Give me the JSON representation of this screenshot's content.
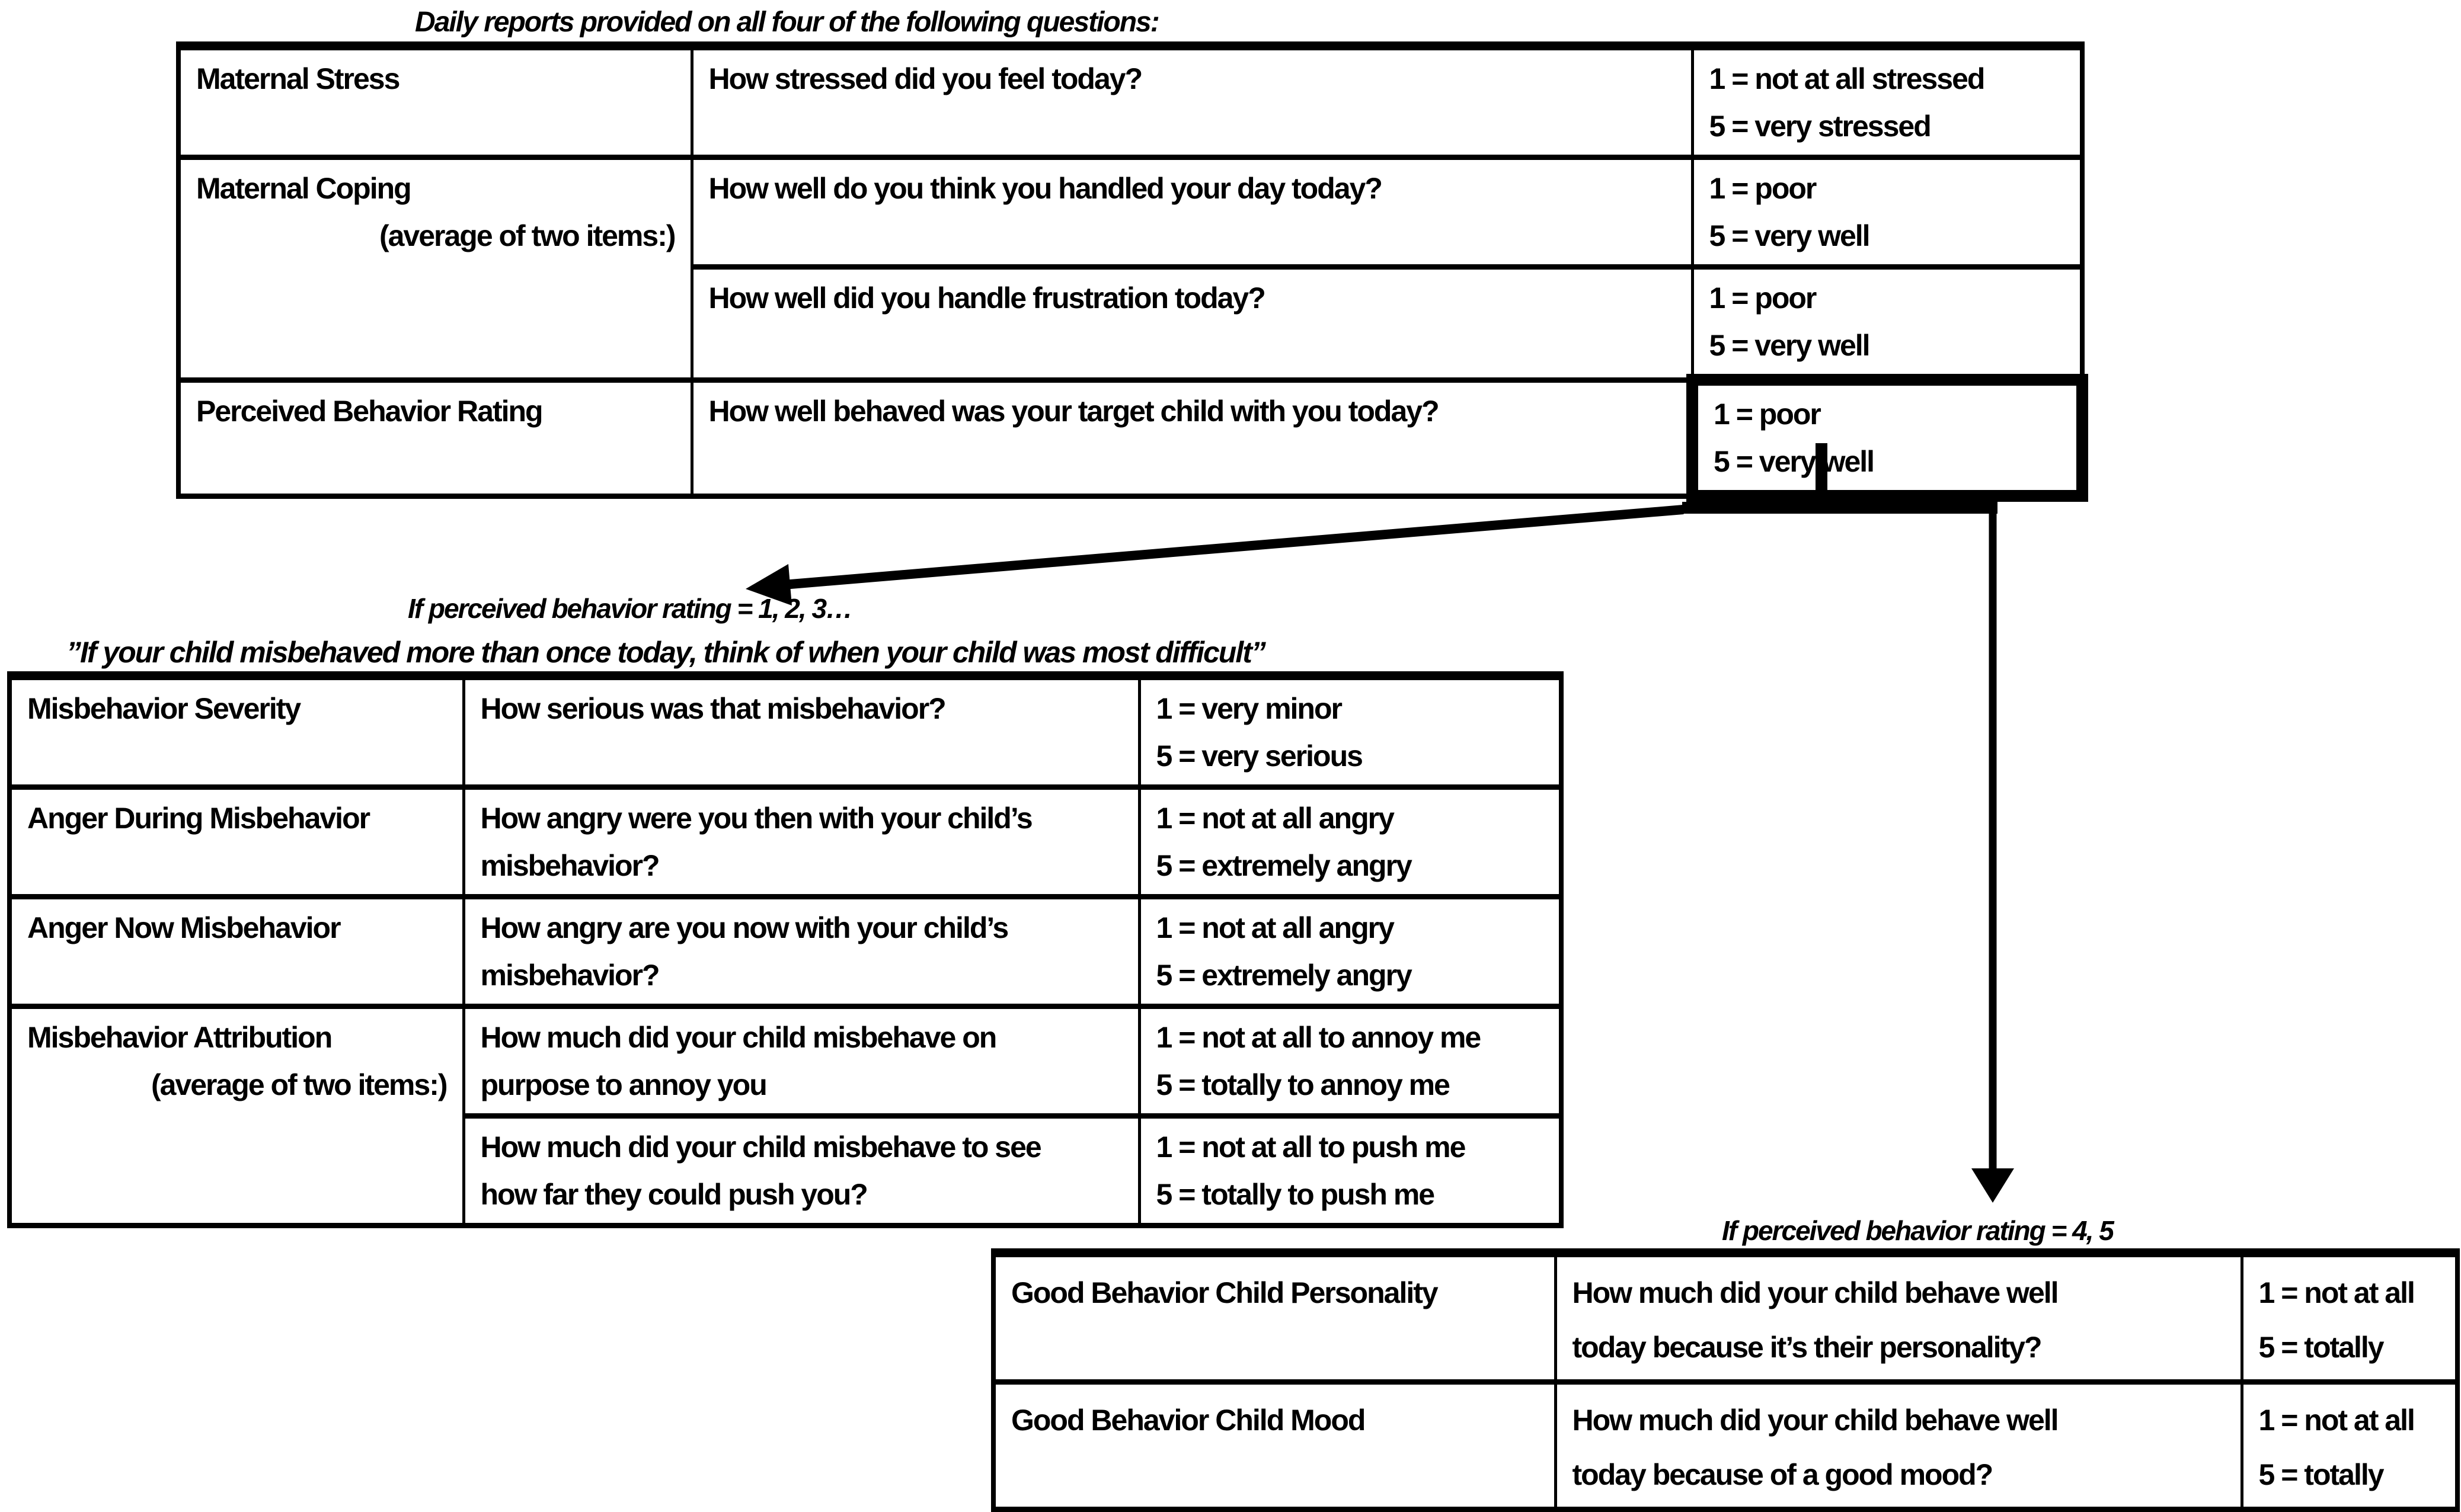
{
  "title": "Daily reports provided on all four of the following questions:",
  "top_table": {
    "rows": [
      {
        "label": "Maternal Stress",
        "question": "How stressed did you feel today?",
        "scale_low": "1 = not at all stressed",
        "scale_high": "5 = very stressed"
      },
      {
        "label": "Maternal Coping",
        "sublabel": "(average of two items:)",
        "questions": [
          {
            "question": "How well do you think you handled your day today?",
            "scale_low": "1 = poor",
            "scale_high": "5 = very well"
          },
          {
            "question": "How well did you handle frustration today?",
            "scale_low": "1 = poor",
            "scale_high": "5 = very well"
          }
        ]
      },
      {
        "label": "Perceived Behavior Rating",
        "question": "How well behaved was your target child with you today?",
        "scale_low": "1 = poor",
        "scale_high": "5 = very well"
      }
    ]
  },
  "low_branch": {
    "caption": "If perceived behavior rating = 1, 2, 3…",
    "quote": "”If your child misbehaved more than once today, think of when your child was most difficult”",
    "table": {
      "rows": [
        {
          "label": "Misbehavior Severity",
          "question_lines": [
            "How serious was that misbehavior?"
          ],
          "scale_low": "1 = very minor",
          "scale_high": "5 = very serious"
        },
        {
          "label": "Anger During Misbehavior",
          "question_lines": [
            "How angry were you then with your child’s",
            "misbehavior?"
          ],
          "scale_low": "1 = not at all angry",
          "scale_high": "5 = extremely angry"
        },
        {
          "label": "Anger Now Misbehavior",
          "question_lines": [
            "How angry are you now with your child’s",
            "misbehavior?"
          ],
          "scale_low": "1 = not at all angry",
          "scale_high": "5 = extremely angry"
        },
        {
          "label": "Misbehavior Attribution",
          "sublabel": "(average of two items:)",
          "questions": [
            {
              "question_lines": [
                "How much did your child misbehave on",
                "purpose to annoy you"
              ],
              "scale_low": "1 = not at all to annoy me",
              "scale_high": "5 = totally to annoy me"
            },
            {
              "question_lines": [
                "How much did your child misbehave to see",
                "how far they could push you?"
              ],
              "scale_low": "1 = not at all to push me",
              "scale_high": "5 = totally to push me"
            }
          ]
        }
      ]
    }
  },
  "high_branch": {
    "caption": "If perceived behavior rating = 4, 5",
    "table": {
      "rows": [
        {
          "label": "Good Behavior Child Personality",
          "question_lines": [
            "How much did your child behave well",
            "today because it’s their personality?"
          ],
          "scale_low": "1 = not at all",
          "scale_high": "5 = totally"
        },
        {
          "label": "Good Behavior Child Mood",
          "question_lines": [
            "How much did your child behave well",
            "today because of a good mood?"
          ],
          "scale_low": "1 = not at all",
          "scale_high": "5 = totally"
        }
      ]
    }
  },
  "colors": {
    "ink": "#000000",
    "background": "#ffffff"
  }
}
